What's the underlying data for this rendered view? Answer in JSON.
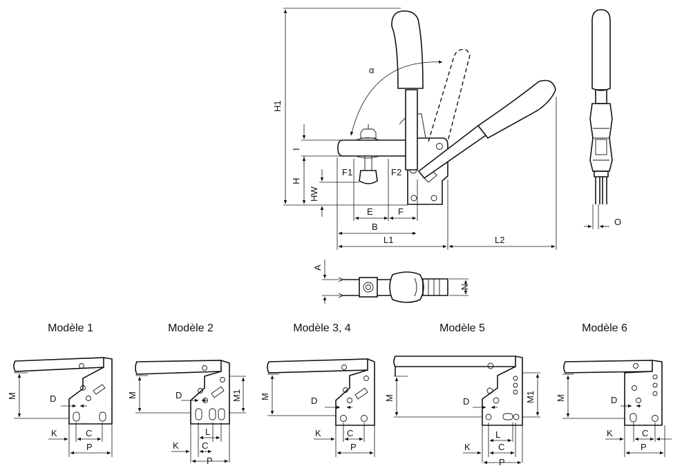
{
  "main_view": {
    "H1": "H1",
    "I": "I",
    "H": "H",
    "HW": "HW",
    "F1": "F1",
    "F2": "F2",
    "E": "E",
    "F": "F",
    "B": "B",
    "L1": "L1",
    "L2": "L2",
    "alpha": "α"
  },
  "side_view": {
    "O": "O"
  },
  "top_view": {
    "A": "A",
    "N": "N"
  },
  "models": [
    {
      "title": "Modèle 1",
      "labels": {
        "M": "M",
        "D": "D",
        "K": "K",
        "C": "C",
        "P": "P"
      }
    },
    {
      "title": "Modèle 2",
      "labels": {
        "M": "M",
        "M1": "M1",
        "D": "D",
        "K": "K",
        "L": "L",
        "C": "C",
        "P": "P"
      }
    },
    {
      "title": "Modèle 3, 4",
      "labels": {
        "M": "M",
        "D": "D",
        "K": "K",
        "C": "C",
        "P": "P"
      }
    },
    {
      "title": "Modèle 5",
      "labels": {
        "M": "M",
        "M1": "M1",
        "D": "D",
        "K": "K",
        "L": "L",
        "C": "C",
        "P": "P"
      }
    },
    {
      "title": "Modèle 6",
      "labels": {
        "M": "M",
        "D": "D",
        "K": "K",
        "C": "C",
        "P": "P"
      }
    }
  ]
}
